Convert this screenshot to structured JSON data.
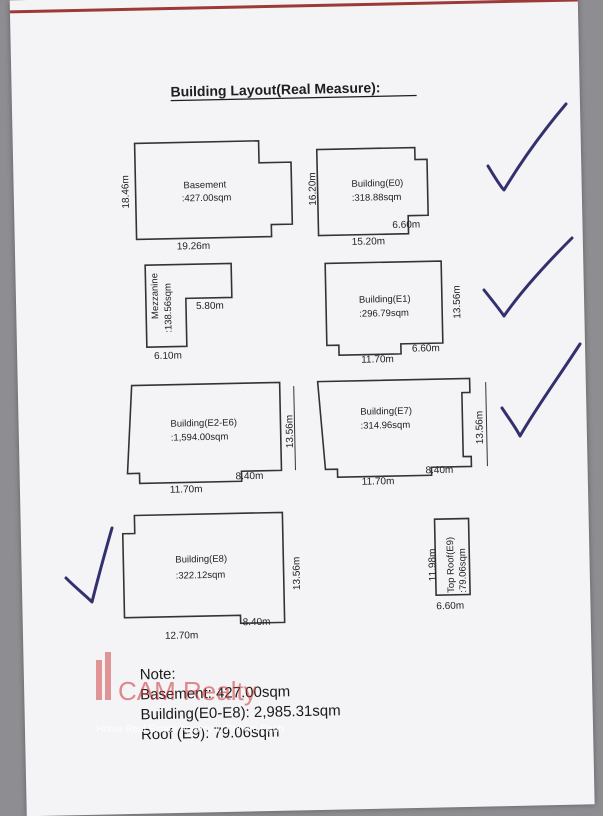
{
  "title": "Building Layout(Real Measure):",
  "plans": {
    "basement": {
      "name": "Basement",
      "area": ":427.00sqm",
      "width": "19.26m",
      "height": "18.46m"
    },
    "e0": {
      "name": "Building(E0)",
      "area": ":318.88sqm",
      "width": "15.20m",
      "height": "16.20m",
      "side": "6.60m"
    },
    "mezzanine": {
      "name": "Mezzanine",
      "area": ":138.56sqm",
      "width": "6.10m",
      "side": "5.80m"
    },
    "e1": {
      "name": "Building(E1)",
      "area": ":296.79sqm",
      "width": "11.70m",
      "height": "13.56m",
      "side": "6.60m"
    },
    "e2e6": {
      "name": "Building(E2-E6)",
      "area": ":1,594.00sqm",
      "width": "11.70m",
      "height": "13.56m",
      "side": "8.40m"
    },
    "e7": {
      "name": "Building(E7)",
      "area": ":314.96sqm",
      "width": "11.70m",
      "height": "13.56m",
      "side": "8.40m"
    },
    "e8": {
      "name": "Building(E8)",
      "area": ":322.12sqm",
      "width": "12.70m",
      "height": "13.56m",
      "side": "8.40m"
    },
    "e9": {
      "name": "Top Roof(E9)",
      "area": ":79.06sqm",
      "width": "6.60m",
      "height": "11.98m"
    }
  },
  "note": {
    "heading": "Note:",
    "lines": [
      "Basement: 427.00sqm",
      "Building(E0-E8): 2,985.31sqm",
      "Roof (E9): 79.06sqm"
    ]
  },
  "watermark": {
    "brand": "CAM Realty",
    "tagline": "Home Real Estate Agency in Phnom Penh"
  },
  "colors": {
    "ink": "#222222",
    "checkmark": "#33306e",
    "paper": "#f4f4f6",
    "watermark": "#cc3333"
  }
}
